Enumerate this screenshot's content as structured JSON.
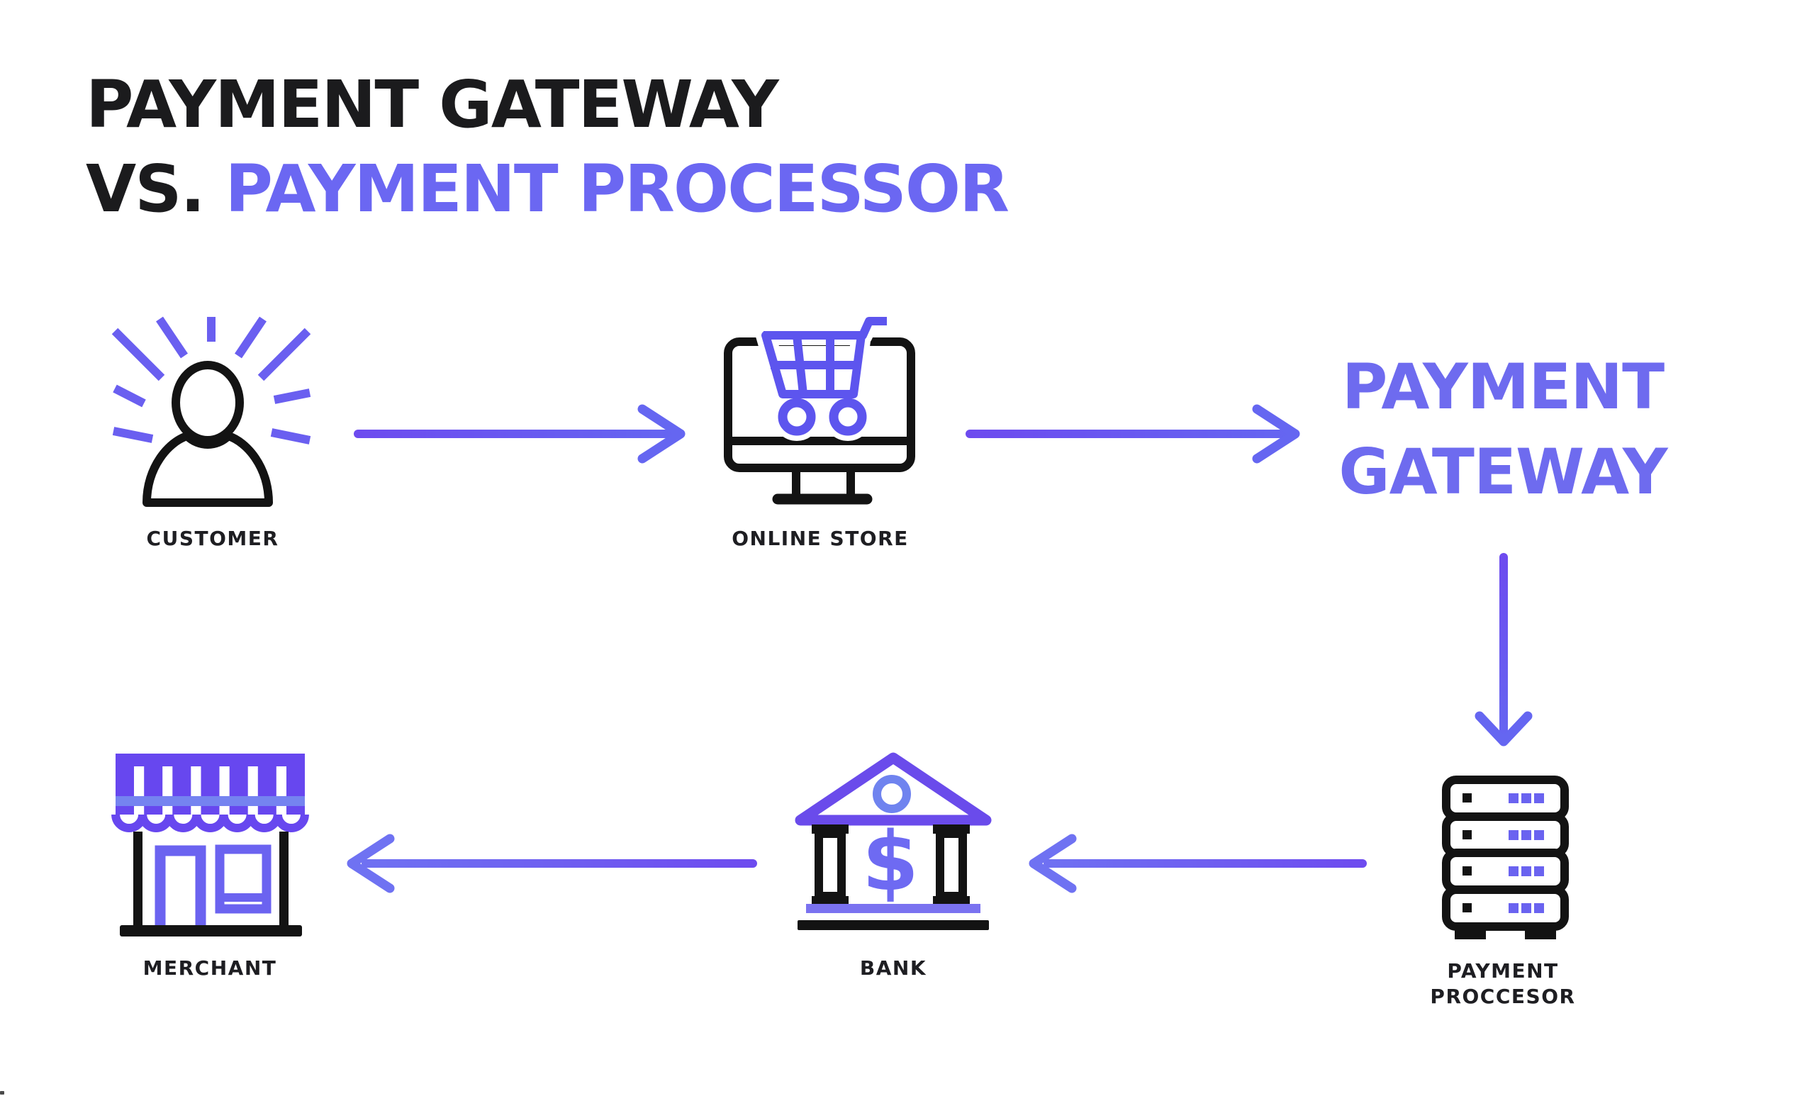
{
  "title": {
    "line1": "PAYMENT GATEWAY",
    "line2_prefix": "VS. ",
    "line2_highlight": "PAYMENT PROCESSOR"
  },
  "nodes": {
    "customer": {
      "label": "CUSTOMER"
    },
    "online_store": {
      "label": "ONLINE STORE"
    },
    "payment_gateway": {
      "line1": "PAYMENT",
      "line2": "GATEWAY"
    },
    "payment_processor": {
      "line1": "PAYMENT",
      "line2": "PROCCESOR"
    },
    "bank": {
      "label": "BANK",
      "dollar_sign": "$"
    },
    "merchant": {
      "label": "MERCHANT"
    }
  },
  "flow": [
    {
      "from": "customer",
      "to": "online_store",
      "direction": "right"
    },
    {
      "from": "online_store",
      "to": "payment_gateway",
      "direction": "right"
    },
    {
      "from": "payment_gateway",
      "to": "payment_processor",
      "direction": "down"
    },
    {
      "from": "payment_processor",
      "to": "bank",
      "direction": "left"
    },
    {
      "from": "bank",
      "to": "merchant",
      "direction": "left"
    }
  ],
  "colors": {
    "heading": "#1b1b1d",
    "accent": "#6b67f2",
    "gateway": "#6e6bef",
    "label": "#1e1e22",
    "icon_black": "#131313",
    "ray": "#6a5ff0",
    "cart": "#5d55ee",
    "roof": "#6a4beb",
    "bluecircle": "#6f83ef",
    "dollar": "#6e6af2",
    "bankbase": "#7a72f0",
    "server": "#6a63f0",
    "awning": "#6747ef",
    "lightband": "#7583f0",
    "door": "#6b63f0",
    "arrow_violet": "#6d4bef",
    "arrow_blue": "#6566f1",
    "arrow_tip": "#6f72f2",
    "background": "#ffffff"
  }
}
